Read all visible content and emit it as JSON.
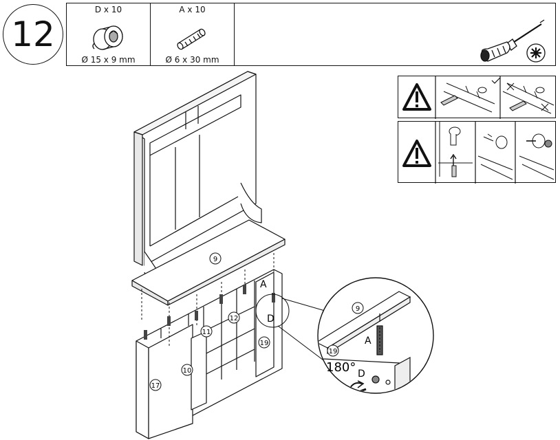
{
  "step": {
    "number": "12"
  },
  "parts": [
    {
      "qty": "D x 10",
      "size": "Ø 15 x 9  mm",
      "icon": "cam-lock-icon"
    },
    {
      "qty": "A x 10",
      "size": "Ø 6 x 30 mm",
      "icon": "wooden-dowel-icon"
    }
  ],
  "tool": {
    "icon": "phillips-screwdriver-icon"
  },
  "warnings": [
    {
      "icon": "warning-triangle-icon",
      "note": "dowel-glue-check"
    },
    {
      "icon": "warning-triangle-icon",
      "note": "cam-lock-insertion"
    }
  ],
  "callouts": {
    "main": [
      "9",
      "10",
      "11",
      "12",
      "17",
      "19"
    ],
    "fastener_a": "A",
    "fastener_d": "D"
  },
  "detail": {
    "panel_top": "9",
    "panel_side": "19",
    "rotation": "180°",
    "fastener_a": "A",
    "fastener_d": "D"
  }
}
